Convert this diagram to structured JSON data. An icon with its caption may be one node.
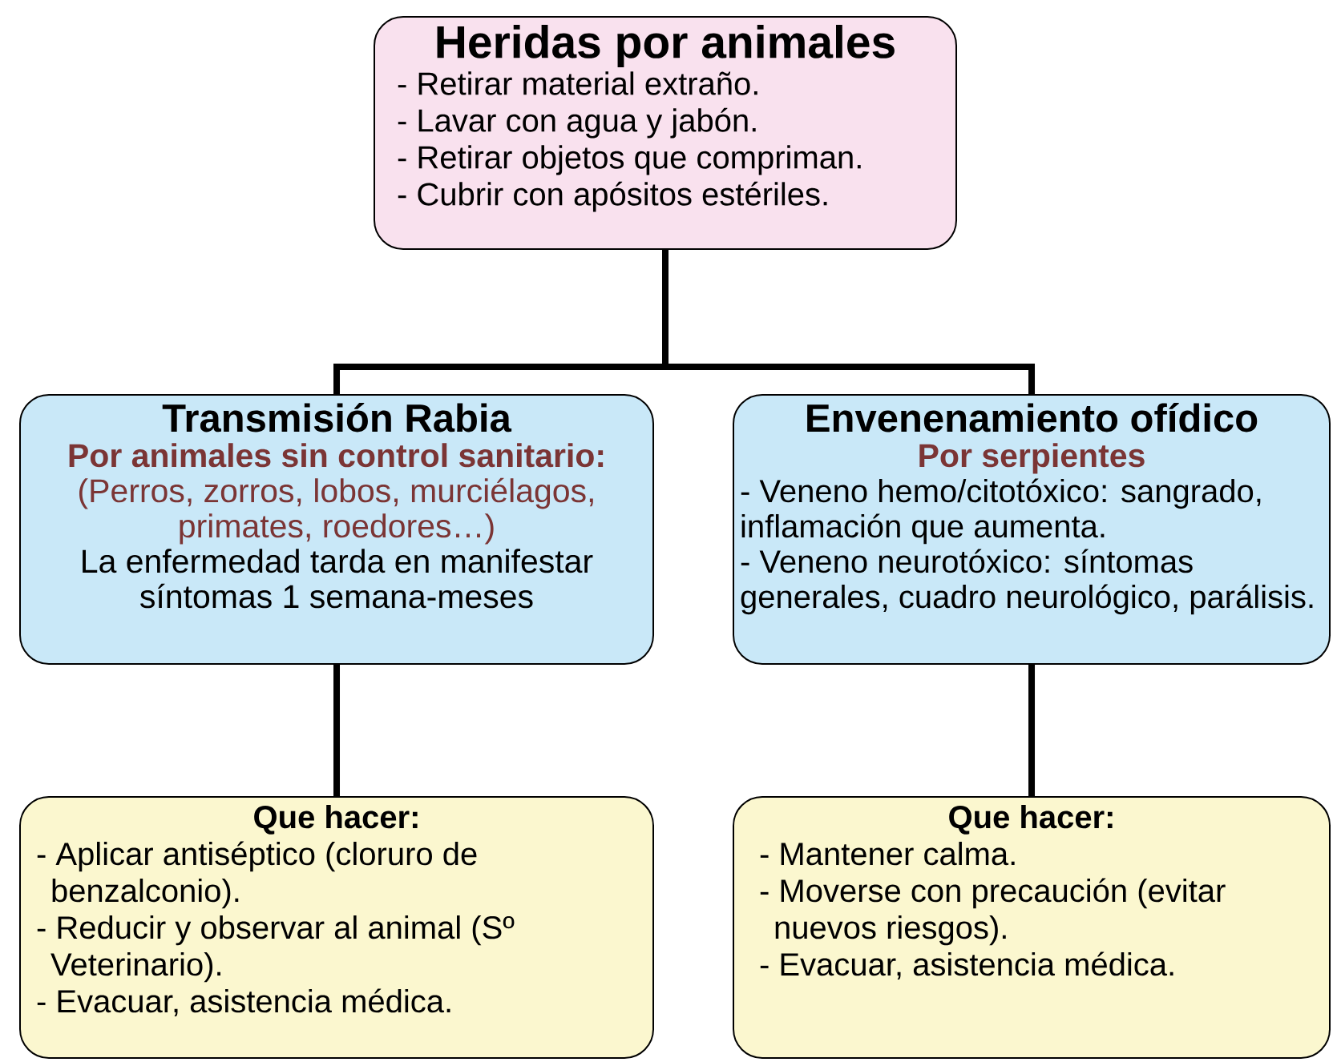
{
  "diagram": {
    "nodes": [
      {
        "text": [
          "Heridas por animales",
          "- Retirar material extraño.",
          "- Lavar con agua y jabón.",
          "- Retirar objetos que compriman.",
          "- Cubrir con apósitos estériles."
        ]
      },
      {
        "text": [
          "Transmisión Rabia",
          "Por animales sin control sanitario:",
          "(Perros, zorros, lobos, murciélagos, primates, roedores…)",
          "La enfermedad tarda en manifestar síntomas 1 semana-meses"
        ]
      },
      {
        "text": [
          "Envenenamiento ofídico",
          "Por serpientes",
          "- Veneno hemo/citotóxico: sangrado, inflamación que aumenta.",
          "- Veneno neurotóxico: síntomas generales, cuadro neurológico, parálisis."
        ]
      },
      {
        "text": [
          "Que hacer:",
          "- Aplicar antiséptico (cloruro de benzalconio).",
          "- Reducir y observar al animal (Sº Veterinario).",
          "- Evacuar, asistencia médica."
        ]
      },
      {
        "text": [
          "Que hacer:",
          "- Mantener calma.",
          "- Moverse con precaución (evitar nuevos riesgos).",
          "- Evacuar, asistencia médica."
        ]
      }
    ],
    "edges": [
      {
        "from": 0,
        "to": 1,
        "arrow": "none"
      },
      {
        "from": 0,
        "to": 2,
        "arrow": "none"
      },
      {
        "from": 1,
        "to": 3,
        "arrow": "none"
      },
      {
        "from": 2,
        "to": 4,
        "arrow": "none"
      }
    ]
  }
}
